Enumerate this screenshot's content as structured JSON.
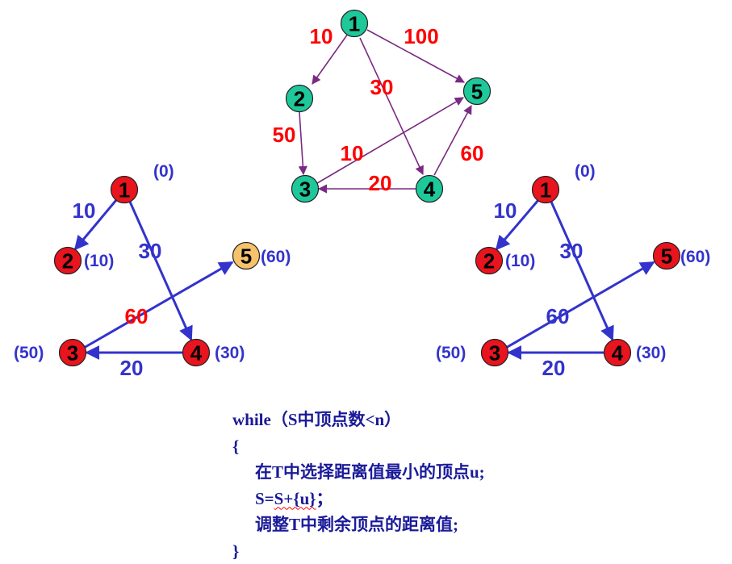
{
  "colors": {
    "edge_top": "#7a2a82",
    "edge_bottom": "#3333cc",
    "node_green": "#1ec89a",
    "node_red": "#e8141e",
    "node_orange": "#f6c26b",
    "weight_red": "#ff0000",
    "label_blue": "#3333cc"
  },
  "graph_top": {
    "nodes": [
      "1",
      "2",
      "3",
      "4",
      "5"
    ],
    "weights": {
      "e12": "10",
      "e15": "100",
      "e14": "30",
      "e23": "50",
      "e35": "10",
      "e45": "60",
      "e43": "20"
    }
  },
  "graph_left": {
    "nodes": [
      "1",
      "2",
      "3",
      "4",
      "5"
    ],
    "distances": {
      "d1": "(0)",
      "d2": "(10)",
      "d3": "(50)",
      "d4": "(30)",
      "d5": "(60)"
    },
    "weights": {
      "e12": "10",
      "e14": "30",
      "e35": "60",
      "e43": "20"
    },
    "highlight_node": "5"
  },
  "graph_right": {
    "nodes": [
      "1",
      "2",
      "3",
      "4",
      "5"
    ],
    "distances": {
      "d1": "(0)",
      "d2": "(10)",
      "d3": "(50)",
      "d4": "(30)",
      "d5": "(60)"
    },
    "weights": {
      "e12": "10",
      "e14": "30",
      "e35": "60",
      "e43": "20"
    }
  },
  "code": {
    "line1": "while（S中顶点数<n）",
    "line2": "{",
    "line3": "在T中选择距离值最小的顶点u;",
    "line4_prefix": "S=",
    "line4_squiggle": "S+{u}",
    "line4_suffix": "；",
    "line5": "调整T中剩余顶点的距离值;",
    "line6": "}"
  }
}
